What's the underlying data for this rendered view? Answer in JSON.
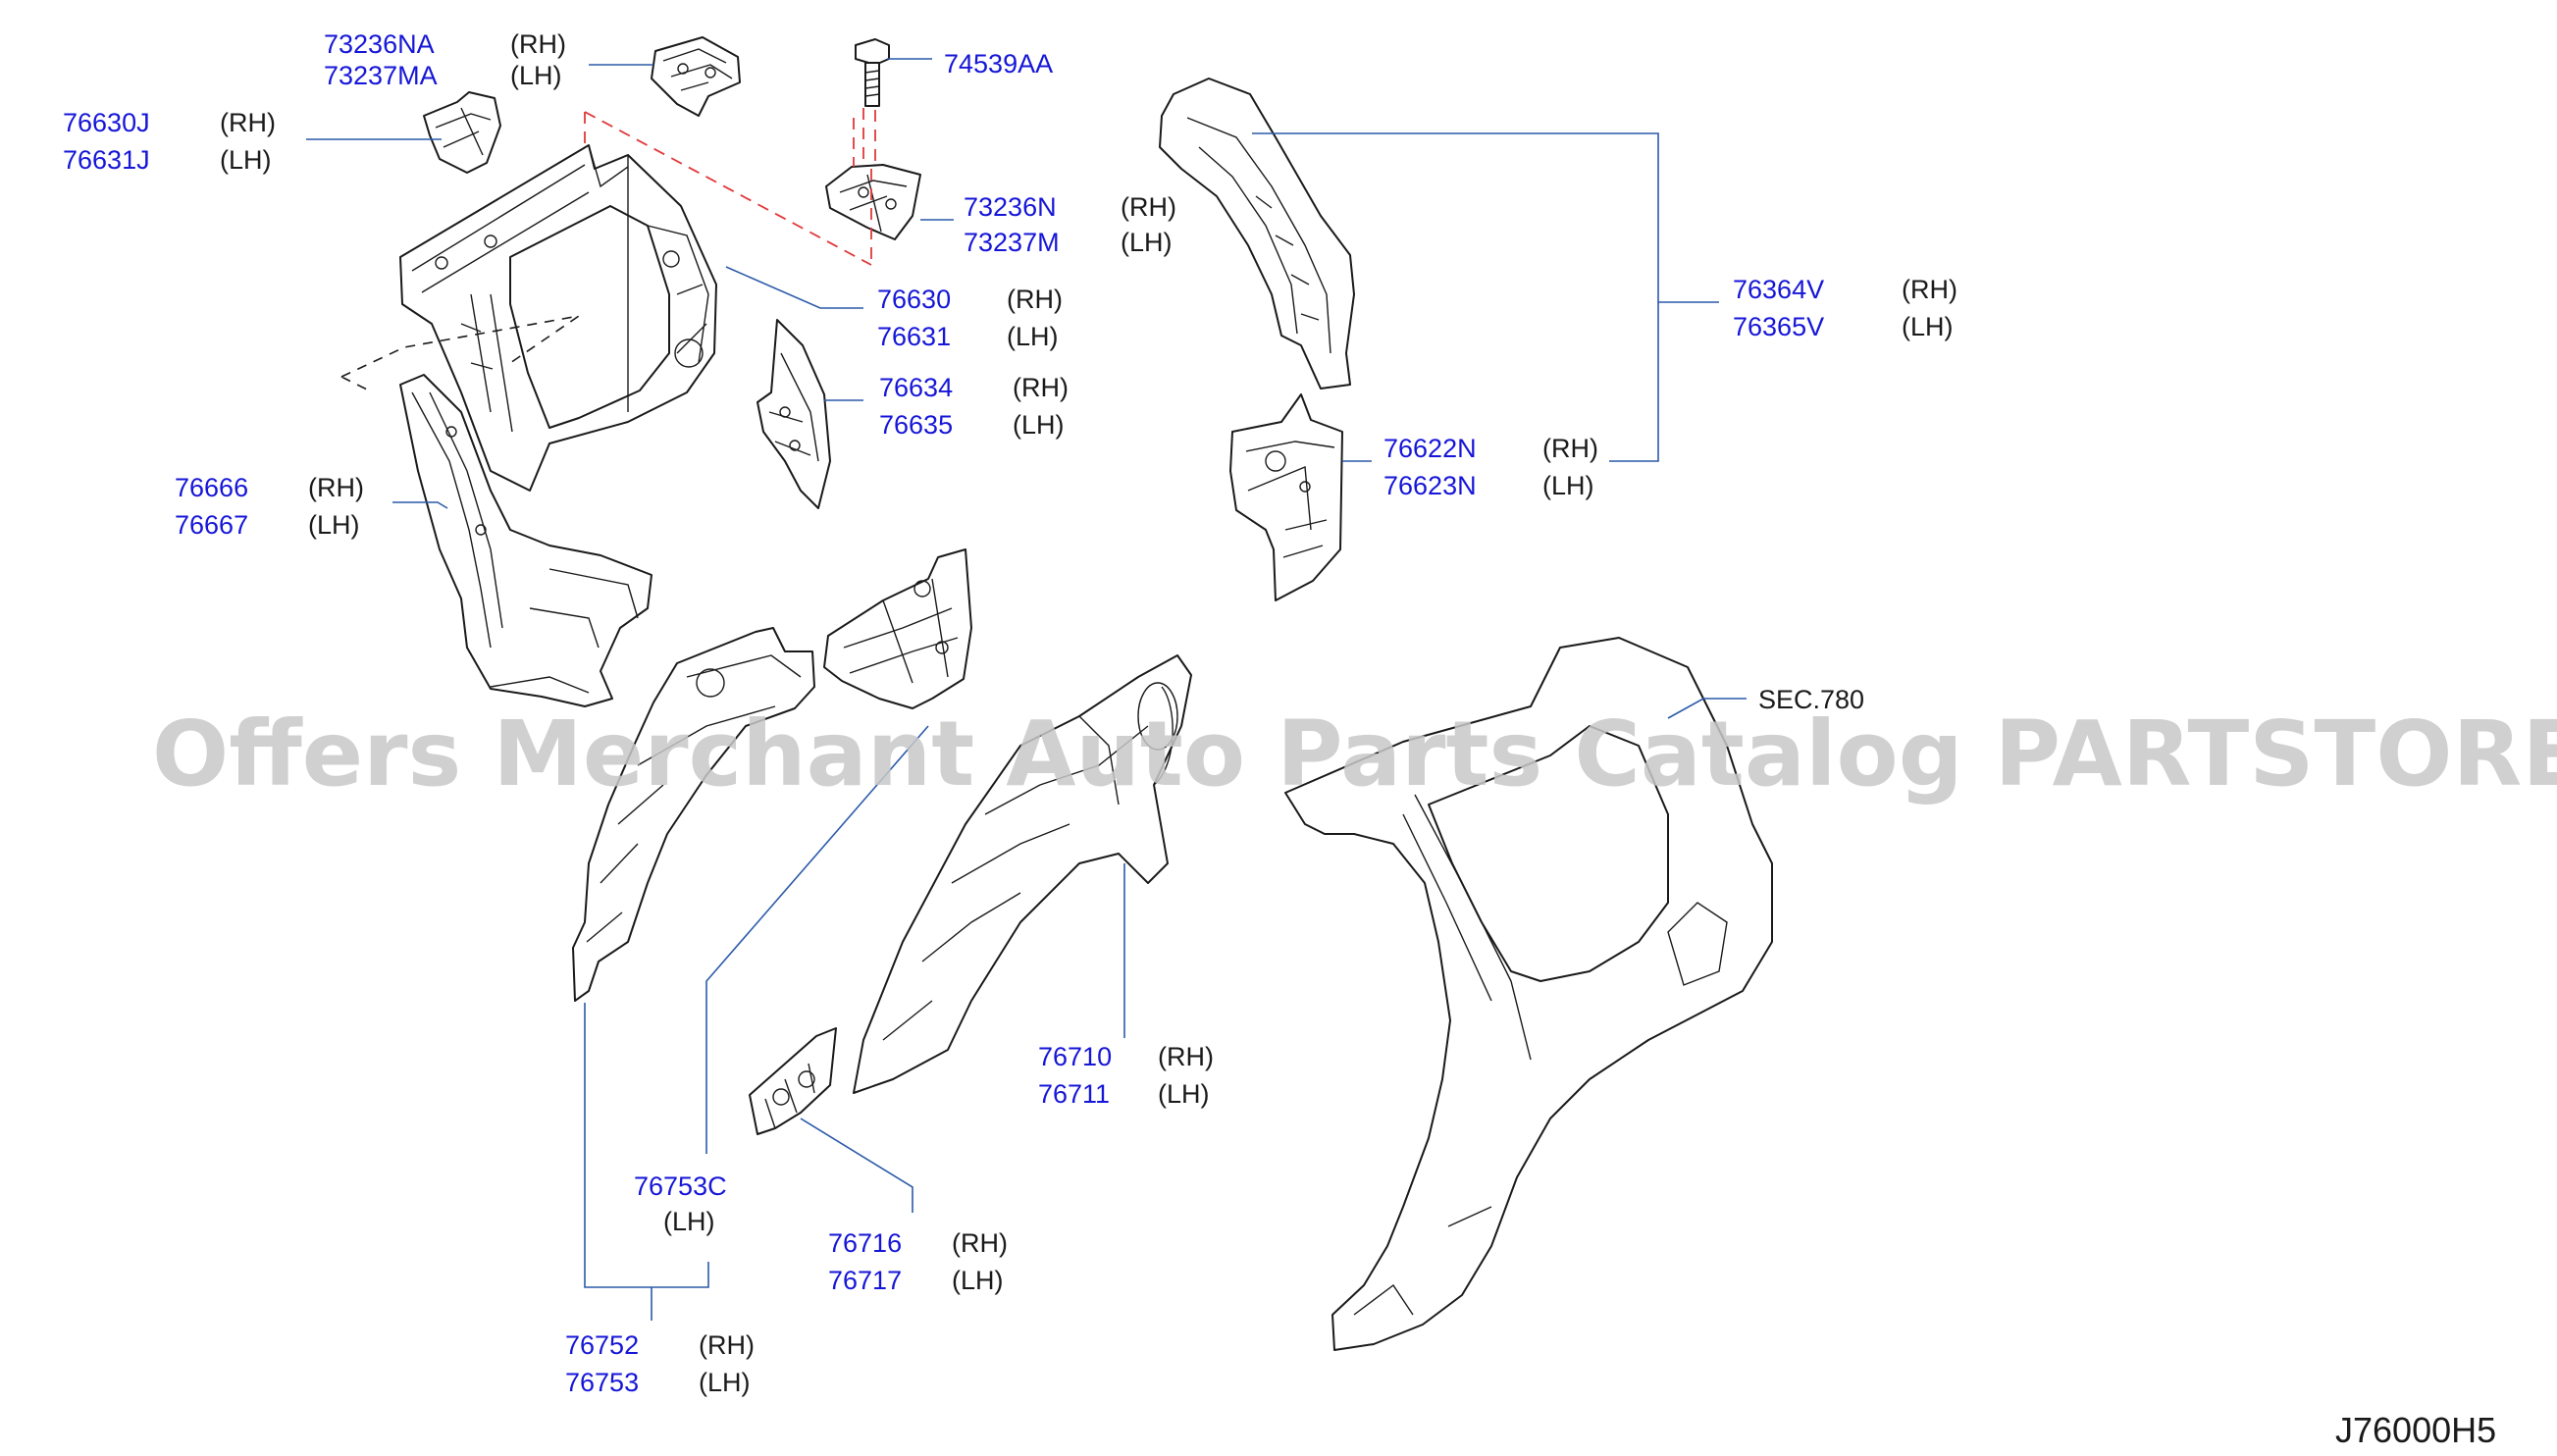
{
  "diagram_code": "J76000H5",
  "watermark": "Offers Merchant Auto Parts Catalog PARTSTORE.SA",
  "callouts": [
    {
      "id": "c1",
      "rh_no": "73236NA",
      "lh_no": "73237MA",
      "rh": "(RH)",
      "lh": "(LH)"
    },
    {
      "id": "c2",
      "no": "74539AA"
    },
    {
      "id": "c3",
      "rh_no": "76630J",
      "lh_no": "76631J",
      "rh": "(RH)",
      "lh": "(LH)"
    },
    {
      "id": "c4",
      "rh_no": "73236N",
      "lh_no": "73237M",
      "rh": "(RH)",
      "lh": "(LH)"
    },
    {
      "id": "c5",
      "rh_no": "76630",
      "lh_no": "76631",
      "rh": "(RH)",
      "lh": "(LH)"
    },
    {
      "id": "c6",
      "rh_no": "76364V",
      "lh_no": "76365V",
      "rh": "(RH)",
      "lh": "(LH)"
    },
    {
      "id": "c7",
      "rh_no": "76634",
      "lh_no": "76635",
      "rh": "(RH)",
      "lh": "(LH)"
    },
    {
      "id": "c8",
      "rh_no": "76622N",
      "lh_no": "76623N",
      "rh": "(RH)",
      "lh": "(LH)"
    },
    {
      "id": "c9",
      "rh_no": "76666",
      "lh_no": "76667",
      "rh": "(RH)",
      "lh": "(LH)"
    },
    {
      "id": "c10",
      "ref": "SEC.780"
    },
    {
      "id": "c11",
      "rh_no": "76710",
      "lh_no": "76711",
      "rh": "(RH)",
      "lh": "(LH)"
    },
    {
      "id": "c12",
      "no": "76753C",
      "lh": "(LH)"
    },
    {
      "id": "c13",
      "rh_no": "76716",
      "lh_no": "76717",
      "rh": "(RH)",
      "lh": "(LH)"
    },
    {
      "id": "c14",
      "rh_no": "76752",
      "lh_no": "76753",
      "rh": "(RH)",
      "lh": "(LH)"
    }
  ]
}
